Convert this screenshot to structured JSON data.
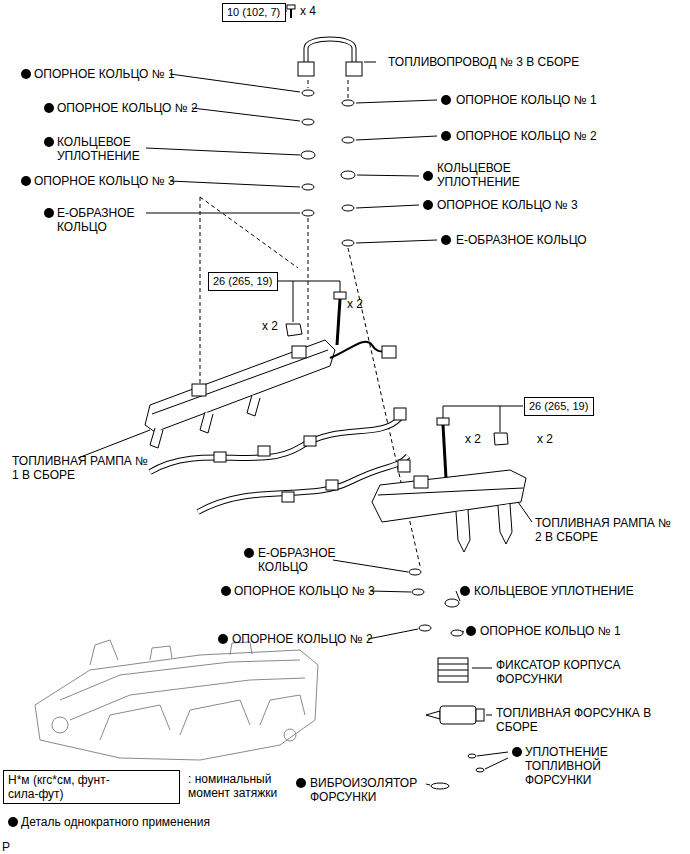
{
  "diagram": {
    "nodes": [
      {
        "text": [
          "10 (102, 7)"
        ]
      },
      {
        "text": [
          "26 (265, 19)"
        ]
      },
      {
        "text": [
          "26 (265, 19)"
        ]
      },
      {
        "text": [
          "Н*м (кгс*см, фунт-сила-фут)"
        ]
      }
    ],
    "labels": [
      "x 4",
      "ТОПЛИВОПРОВОД № 3 В СБОРЕ",
      "ОПОРНОЕ КОЛЬЦО № 1",
      "ОПОРНОЕ КОЛЬЦО № 1",
      "ОПОРНОЕ КОЛЬЦО № 2",
      "ОПОРНОЕ КОЛЬЦО № 2",
      "КОЛЬЦЕВОЕ УПЛОТНЕНИЕ",
      "КОЛЬЦЕВОЕ УПЛОТНЕНИЕ",
      "ОПОРНОЕ КОЛЬЦО № 3",
      "ОПОРНОЕ КОЛЬЦО № 3",
      "Е-ОБРАЗНОЕ КОЛЬЦО",
      "Е-ОБРАЗНОЕ КОЛЬЦО",
      "x 2",
      "x 2",
      "ТОПЛИВНАЯ РАМПА № 1 В СБОРЕ",
      "x 2",
      "x 2",
      "ТОПЛИВНАЯ РАМПА № 2 В СБОРЕ",
      "Е-ОБРАЗНОЕ КОЛЬЦО",
      "ОПОРНОЕ КОЛЬЦО № 3",
      "КОЛЬЦЕВОЕ УПЛОТНЕНИЕ",
      "ОПОРНОЕ КОЛЬЦО № 2",
      "ОПОРНОЕ КОЛЬЦО № 1",
      "ФИКСАТОР КОРПУСА ФОРСУНКИ",
      "ТОПЛИВНАЯ ФОРСУНКА В СБОРЕ",
      "УПЛОТНЕНИЕ ТОПЛИВНОЙ ФОРСУНКИ",
      "ВИБРОИЗОЛЯТОР ФОРСУНКИ",
      "P"
    ],
    "legend": [
      {
        "text": ": номинальный момент затяжки"
      },
      {
        "text": "Деталь однократного применения"
      }
    ]
  }
}
